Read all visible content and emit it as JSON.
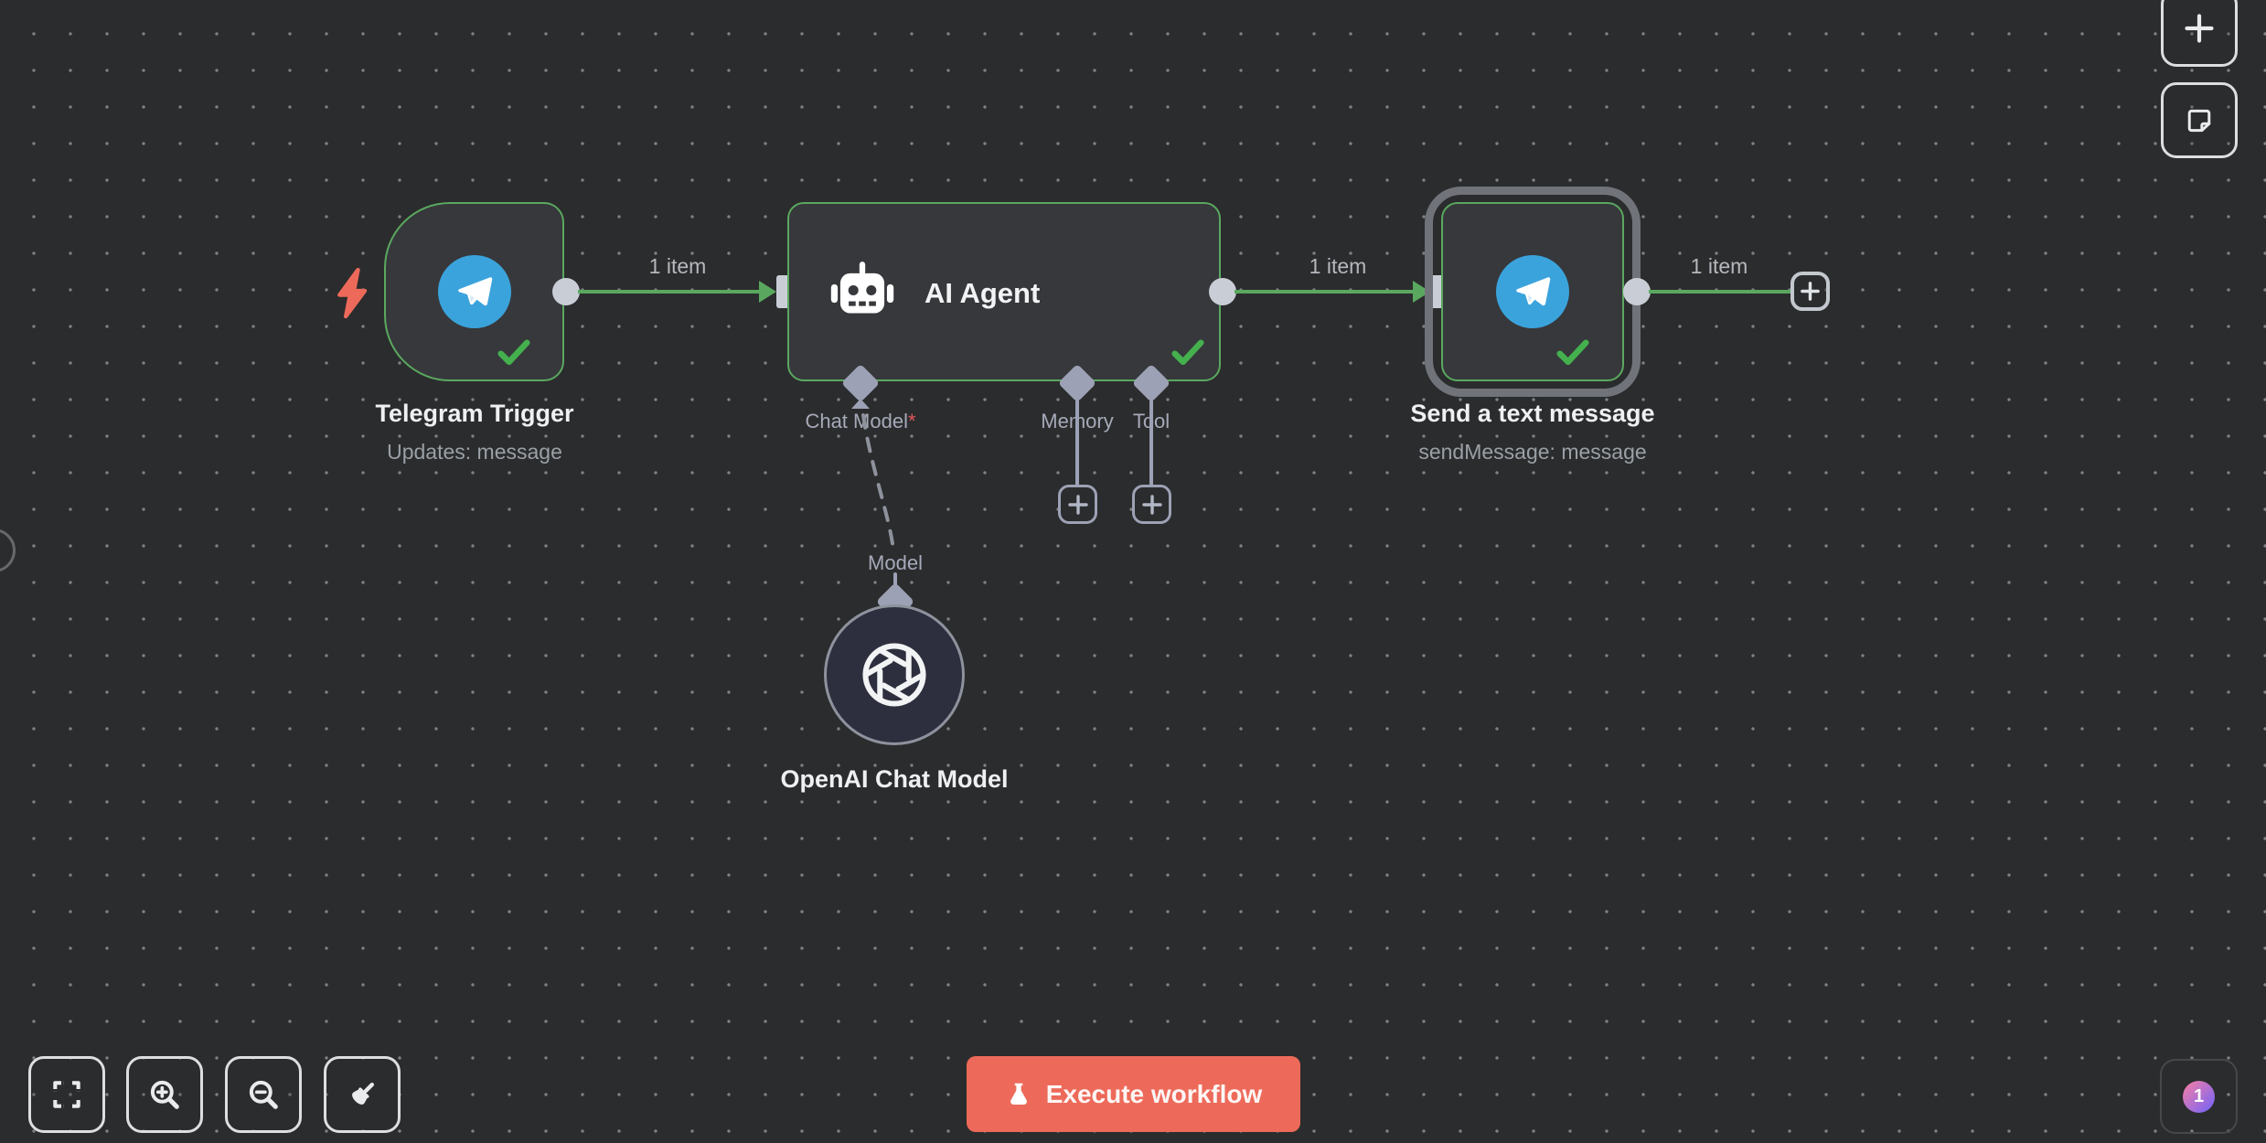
{
  "colors": {
    "background": "#2b2c2d",
    "node_fill": "#36383b",
    "node_border_green": "#5aa85f",
    "connection_green": "#5aa85f",
    "endpoint_light": "#c9ced6",
    "ai_connector_lavender": "#9ca1b5",
    "accent_red": "#ed6a5a",
    "selection_ring_gray": "#707379",
    "check_green": "#45b04e",
    "badge_gradient_start": "#e57bb0",
    "badge_gradient_end": "#8467ee"
  },
  "icons": {
    "trigger_bolt": "lightning-bolt",
    "telegram": "telegram-paper-plane",
    "robot": "ai-agent-robot",
    "openai": "openai-knot",
    "plus": "+",
    "minus": "−",
    "note": "sticky-note",
    "fit_view": "corner-brackets",
    "zoom_in": "magnifier-plus",
    "zoom_out": "magnifier-minus",
    "tidy": "broom",
    "flask": "lab-flask"
  },
  "workflow": {
    "nodes": [
      {
        "id": "telegram-trigger",
        "title": "Telegram Trigger",
        "subtitle": "Updates: message",
        "icon": "telegram",
        "status": "success"
      },
      {
        "id": "ai-agent",
        "title": "AI Agent",
        "icon": "robot",
        "status": "success",
        "ports": [
          {
            "label": "Chat Model",
            "required": "*"
          },
          {
            "label": "Memory"
          },
          {
            "label": "Tool"
          }
        ]
      },
      {
        "id": "send-text-message",
        "title": "Send a text message",
        "subtitle": "sendMessage: message",
        "icon": "telegram",
        "status": "success",
        "selected": true
      },
      {
        "id": "openai-chat-model",
        "title": "OpenAI Chat Model",
        "icon": "openai",
        "port_label": "Model"
      }
    ],
    "connections": [
      {
        "from": "telegram-trigger",
        "to": "ai-agent",
        "label": "1 item"
      },
      {
        "from": "ai-agent",
        "to": "send-text-message",
        "label": "1 item"
      },
      {
        "from": "send-text-message",
        "to": "new",
        "label": "1 item"
      }
    ]
  },
  "controls": {
    "execute_label": "Execute workflow"
  },
  "badge": {
    "count": "1"
  }
}
